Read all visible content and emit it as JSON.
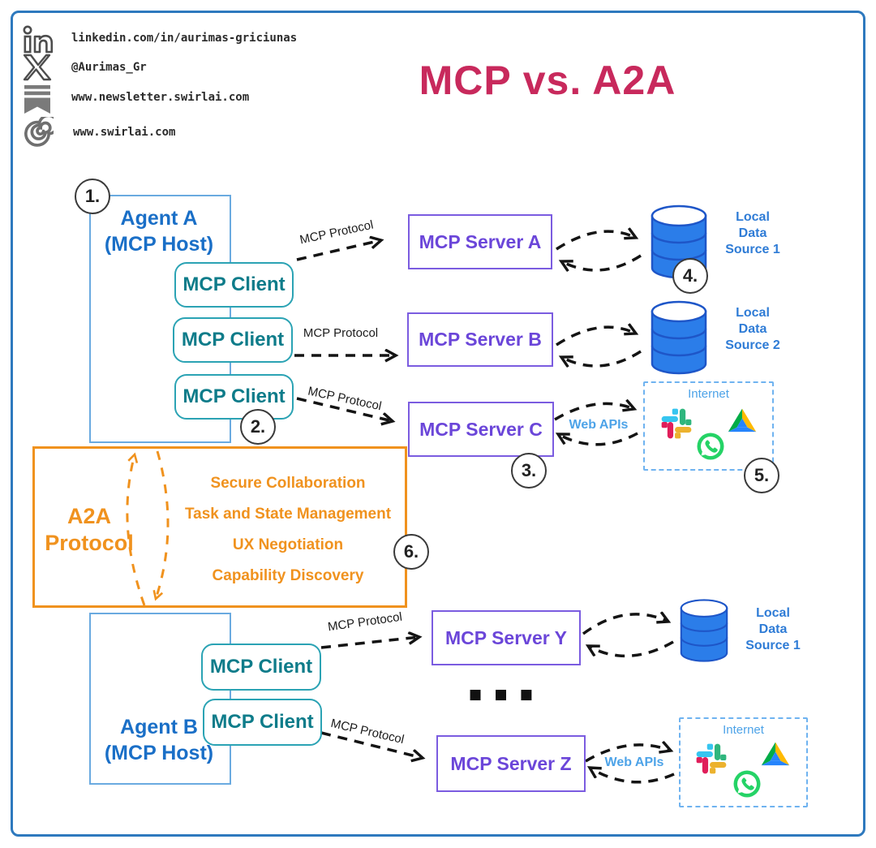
{
  "header": {
    "links": [
      {
        "icon": "linkedin-icon",
        "text": "linkedin.com/in/aurimas-griciunas"
      },
      {
        "icon": "x-icon",
        "text": "@Aurimas_Gr"
      },
      {
        "icon": "newsletter-icon",
        "text": "www.newsletter.swirlai.com"
      },
      {
        "icon": "swirl-icon",
        "text": "www.swirlai.com"
      }
    ]
  },
  "title": "MCP vs. A2A",
  "agents": {
    "a": {
      "name": "Agent A",
      "role": "(MCP Host)"
    },
    "b": {
      "name": "Agent B",
      "role": "(MCP Host)"
    }
  },
  "client_label": "MCP Client",
  "servers": {
    "a": "MCP Server A",
    "b": "MCP Server B",
    "c": "MCP Server C",
    "y": "MCP Server Y",
    "z": "MCP Server Z"
  },
  "arrows": {
    "mcp_protocol": "MCP Protocol",
    "web_apis": "Web APIs"
  },
  "internet_label": "Internet",
  "internet_icons": [
    "slack-icon",
    "google-drive-icon",
    "whatsapp-icon"
  ],
  "data_sources": {
    "row_a": {
      "lines": [
        "Local",
        "Data",
        "Source 1"
      ]
    },
    "row_b": {
      "lines": [
        "Local",
        "Data",
        "Source 2"
      ]
    },
    "row_y": {
      "lines": [
        "Local",
        "Data",
        "Source 1"
      ]
    }
  },
  "a2a": {
    "name_line1": "A2A",
    "name_line2": "Protocol",
    "features": [
      "Secure Collaboration",
      "Task and State Management",
      "UX Negotiation",
      "Capability Discovery"
    ]
  },
  "badges": {
    "b1": "1.",
    "b2": "2.",
    "b3": "3.",
    "b4": "4.",
    "b5": "5.",
    "b6": "6."
  },
  "ellipsis": "■ ■ ■",
  "colors": {
    "accent_pink": "#C8295C",
    "agent_blue": "#1A6FC7",
    "client_teal": "#0E7C8A",
    "server_purple": "#6B46D9",
    "a2a_orange": "#F0921E",
    "light_blue": "#4DA3E8",
    "db_blue": "#2B7DE9"
  }
}
